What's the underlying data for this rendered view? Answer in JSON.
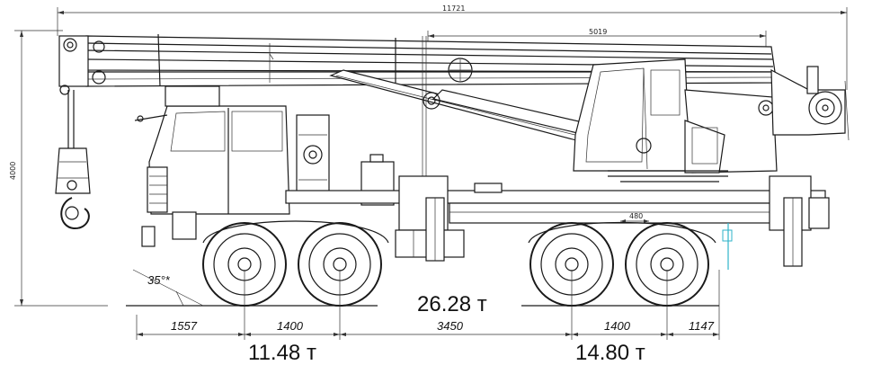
{
  "dimensions": {
    "overall_length": "11721",
    "boom_section": "5019",
    "overall_height": "4000",
    "frame_offset": "480",
    "front_overhang": "1557",
    "front_axle_spacing": "1400",
    "wheelbase_middle": "3450",
    "rear_axle_spacing": "1400",
    "rear_overhang": "1147",
    "approach_angle": "35°*"
  },
  "loads": {
    "total": "26.28 т",
    "front": "11.48 т",
    "rear": "14.80 т"
  },
  "colors": {
    "line": "#1a1a1a",
    "accent_cyan": "#2fb3c9"
  }
}
